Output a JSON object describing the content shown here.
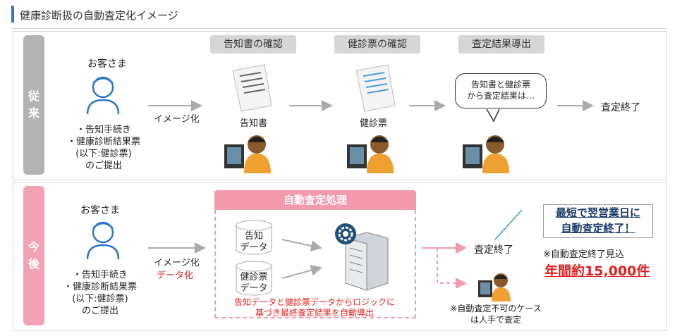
{
  "title": "健康診断扱の自動査定化イメージ",
  "before": {
    "side_label_1": "従",
    "side_label_2": "来",
    "customer": "お客さま",
    "customer_items": [
      "・告知手続き",
      "・健康診断結果票",
      "(以下:健診票)",
      "のご提出"
    ],
    "arrow_label": "イメージ化",
    "steps": [
      "告知書の確認",
      "健診票の確認",
      "査定結果導出"
    ],
    "doc1_label": "告知書",
    "doc2_label": "健診票",
    "bubble_line1": "告知書と健診票",
    "bubble_line2": "から査定結果は…",
    "end_label": "査定終了"
  },
  "after": {
    "side_label_1": "今",
    "side_label_2": "後",
    "customer": "お客さま",
    "customer_items": [
      "・告知手続き",
      "・健康診断結果票",
      "(以下:健診票)",
      "のご提出"
    ],
    "arrow_label": "イメージ化",
    "arrow_label_red": "データ化",
    "auto_header": "自動査定処理",
    "db1_line1": "告知",
    "db1_line2": "データ",
    "db2_line1": "健診票",
    "db2_line2": "データ",
    "auto_caption_1": "告知データと健診票データからロジックに",
    "auto_caption_2": "基づき最終査定結果を自動導出",
    "end_label": "査定終了",
    "manual_note_1": "※自動査定不可のケース",
    "manual_note_2": "は人手で査定",
    "result_line1": "最短で翌営業日に",
    "result_line2": "自動査定終了！",
    "estimate_label": "※自動査定終了見込",
    "estimate_value": "年間約15,000件"
  },
  "colors": {
    "accent_blue": "#2b78c8",
    "pink": "#f39aad",
    "red": "#e02020",
    "gray": "#b3b3b3"
  }
}
